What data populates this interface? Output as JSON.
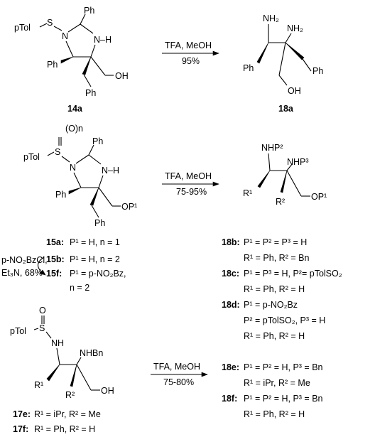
{
  "schemes": {
    "top": {
      "reagent": "TFA, MeOH",
      "yield": "95%",
      "start": {
        "id": "14a",
        "atoms": {
          "ptol": "pTol",
          "s": "S",
          "n1": "N",
          "nh": "N–H",
          "ph1": "Ph",
          "ph2": "Ph",
          "ph3": "Ph",
          "oh": "OH"
        }
      },
      "product": {
        "id": "18a",
        "atoms": {
          "nh2a": "NH₂",
          "nh2b": "NH₂",
          "ph1": "Ph",
          "ph2": "Ph",
          "oh": "OH"
        }
      }
    },
    "middle": {
      "reagent": "TFA, MeOH",
      "yield": "75-95%",
      "start": {
        "atoms": {
          "ptol": "pTol",
          "s": "S",
          "on": "(O)n",
          "n1": "N",
          "nh": "N–H",
          "ph1": "Ph",
          "ph2": "Ph",
          "ph3": "Ph",
          "op": "OP¹"
        }
      },
      "product": {
        "atoms": {
          "nhp2": "NHP²",
          "nhp3": "NHP³",
          "r1": "R¹",
          "r2": "R²",
          "op": "OP¹"
        }
      },
      "side_reaction": {
        "reagent_line1": "p-NO₂BzCl,",
        "reagent_line2": "Et₃N, 68%"
      },
      "entries_left": [
        {
          "id": "15a:",
          "text": "P¹ = H, n = 1"
        },
        {
          "id": "15b:",
          "text": "P¹ = H, n = 2"
        },
        {
          "id": "15f:",
          "text": "P¹ = p-NO₂Bz,",
          "cont": "n = 2"
        }
      ]
    },
    "bottom": {
      "reagent": "TFA, MeOH",
      "yield": "75-80%",
      "start": {
        "atoms": {
          "ptol": "pTol",
          "s": "S",
          "o": "O",
          "nh": "NH",
          "nhbn": "NHBn",
          "r1": "R¹",
          "r2": "R²",
          "oh": "OH"
        }
      },
      "entries_left": [
        {
          "id": "17e:",
          "text": "R¹ = iPr, R² = Me"
        },
        {
          "id": "17f:",
          "text": "R¹ = Ph, R² = H"
        }
      ]
    },
    "products_right": [
      {
        "id": "18b:",
        "line1": "P¹ = P² = P³ = H",
        "line2": "R¹ = Ph, R² = Bn"
      },
      {
        "id": "18c:",
        "line1": "P¹ = P³ = H, P²= pTolSO₂",
        "line2": "R¹ = Ph, R² = H"
      },
      {
        "id": "18d:",
        "line1": "P¹ = p-NO₂Bz",
        "line2": "P² = pTolSO₂, P³ = H",
        "line3": "R¹ = Ph, R² = H"
      },
      {
        "id": "18e:",
        "line1": "P¹ = P² = H, P³ = Bn",
        "line2": "R¹ = iPr, R² = Me"
      },
      {
        "id": "18f:",
        "line1": "P¹ = P² = H, P³ = Bn",
        "line2": "R¹ = Ph, R² = H"
      }
    ]
  }
}
